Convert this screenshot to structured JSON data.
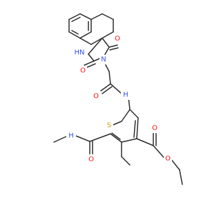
{
  "molecule": {
    "colors": {
      "bond": "#2b2b2b",
      "oxygen": "#ff0d0d",
      "nitrogen": "#3050f8",
      "sulfur": "#c8a000",
      "background": "#ffffff"
    },
    "atom_labels": [
      {
        "id": "o_imide_top",
        "text": "O",
        "element": "O"
      },
      {
        "id": "nh_ring",
        "text": "HN",
        "element": "N"
      },
      {
        "id": "n_ring",
        "text": "N",
        "element": "N"
      },
      {
        "id": "o_imide_left",
        "text": "O",
        "element": "O"
      },
      {
        "id": "o_amide",
        "text": "O",
        "element": "O"
      },
      {
        "id": "nh_amide",
        "text": "H",
        "element": "N"
      },
      {
        "id": "s_ring",
        "text": "S",
        "element": "S"
      },
      {
        "id": "o_ester_carbonyl",
        "text": "O",
        "element": "O"
      },
      {
        "id": "o_ester_ether",
        "text": "O",
        "element": "O"
      },
      {
        "id": "n_methylamide",
        "text": "H",
        "element": "N"
      },
      {
        "id": "o_methylamide",
        "text": "O",
        "element": "O"
      }
    ]
  }
}
